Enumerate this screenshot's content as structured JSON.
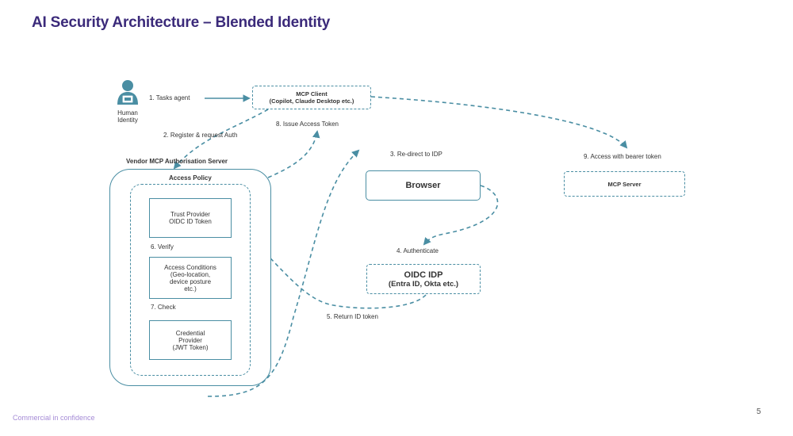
{
  "title": "AI Security Architecture – Blended Identity",
  "footer": "Commercial in confidence",
  "page_number": "5",
  "human": {
    "label_line1": "Human",
    "label_line2": "Identity",
    "icon": "person-laptop-icon"
  },
  "mcp_client": {
    "line1": "MCP Client",
    "line2": "(Copilot, Claude Desktop etc.)"
  },
  "auth_server_title": "Vendor MCP Authorisation Server",
  "access_policy_title": "Access Policy",
  "trust_provider": {
    "line1": "Trust Provider",
    "line2": "OIDC ID Token"
  },
  "access_conditions": {
    "line1": "Access Conditions",
    "line2": "(Geo-location,",
    "line3": "device posture",
    "line4": "etc.)"
  },
  "credential_provider": {
    "line1": "Credential",
    "line2": "Provider",
    "line3": "(JWT Token)"
  },
  "browser": "Browser",
  "oidc_idp": {
    "line1": "OIDC IDP",
    "line2": "(Entra ID, Okta etc.)"
  },
  "mcp_server": "MCP Server",
  "steps": {
    "s1": "1. Tasks agent",
    "s2": "2. Register & request Auth",
    "s3": "3. Re-direct to IDP",
    "s4": "4.  Authenticate",
    "s5": "5. Return ID token",
    "s6": "6. Verify",
    "s7": "7. Check",
    "s8": "8. Issue Access Token",
    "s9": "9. Access with bearer token"
  },
  "colors": {
    "title": "#3b2a7a",
    "line": "#4a8ea3",
    "footer": "#a58bd6"
  }
}
